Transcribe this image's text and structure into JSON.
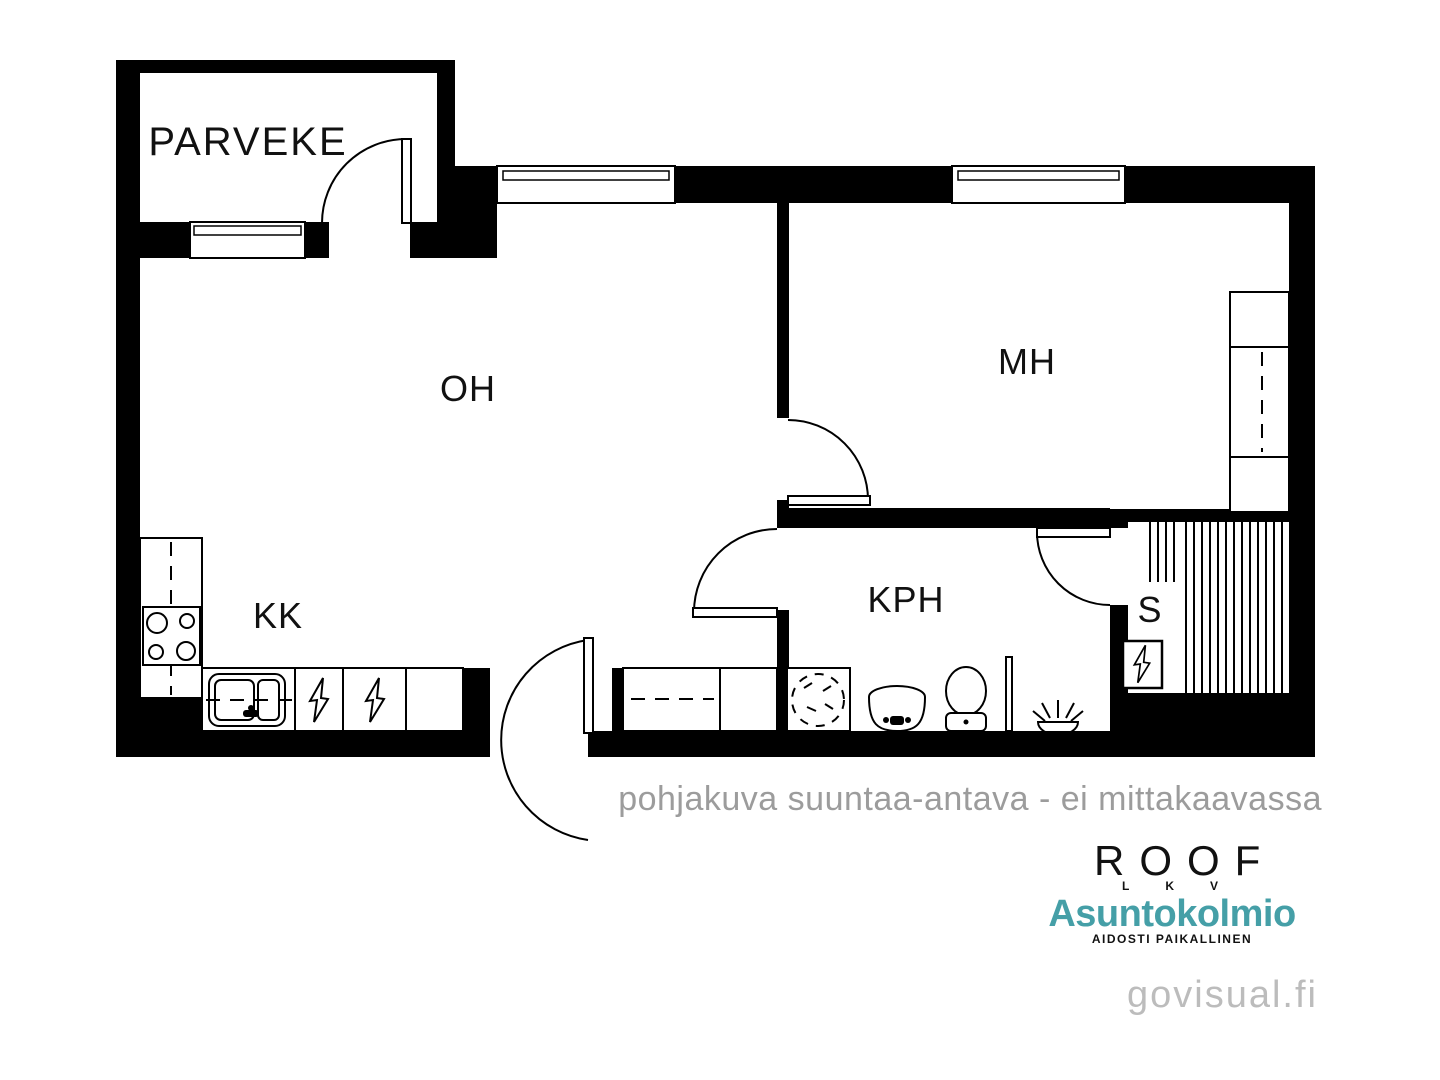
{
  "floorplan": {
    "rooms": [
      {
        "id": "parveke",
        "label": "PARVEKE"
      },
      {
        "id": "oh",
        "label": "OH"
      },
      {
        "id": "mh",
        "label": "MH"
      },
      {
        "id": "kk",
        "label": "KK"
      },
      {
        "id": "kph",
        "label": "KPH"
      },
      {
        "id": "s",
        "label": "S"
      }
    ],
    "disclaimer": "pohjakuva suuntaa-antava - ei mittakaavassa"
  },
  "branding": {
    "roof_logo": {
      "title": "ROOF",
      "subtitle": "LKV"
    },
    "asuntokolmio_logo": {
      "title": "Asuntokolmio",
      "tagline": "AIDOSTI PAIKALLINEN",
      "color": "#459fa7"
    },
    "watermark": "govisual.fi"
  },
  "colors": {
    "wall": "#000000",
    "disclaimer_gray": "#9c9c9c",
    "watermark_gray": "#bcbcbc",
    "brand_teal": "#459fa7"
  }
}
